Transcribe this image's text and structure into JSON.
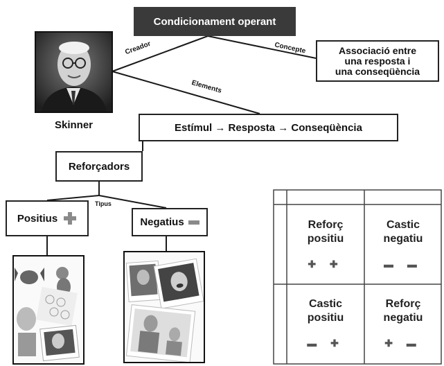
{
  "title": "Condicionament operant",
  "creator_edge": "Creador",
  "concept_edge": "Concepte",
  "elements_edge": "Elements",
  "concept_box": {
    "line1": "Associació entre",
    "line2": "una resposta i",
    "line3": "una conseqüència"
  },
  "person_name": "Skinner",
  "sequence": "Estímul → Resposta → Conseqüència",
  "reinforcers": "Reforçadors",
  "types_edge": "Tipus",
  "positive": "Positius",
  "negative": "Negatius",
  "grid": {
    "cells": [
      {
        "line1": "Reforç",
        "line2": "positiu",
        "signs": "✚ ✚"
      },
      {
        "line1": "Castic",
        "line2": "negatiu",
        "signs": "▬ ▬"
      },
      {
        "line1": "Castic",
        "line2": "positiu",
        "signs": "▬ ✚"
      },
      {
        "line1": "Reforç",
        "line2": "negatiu",
        "signs": "✚ ▬"
      }
    ]
  },
  "colors": {
    "title_bg": "#3a3a3a",
    "border": "#222222",
    "plus_icon": "#8a8a8a"
  }
}
